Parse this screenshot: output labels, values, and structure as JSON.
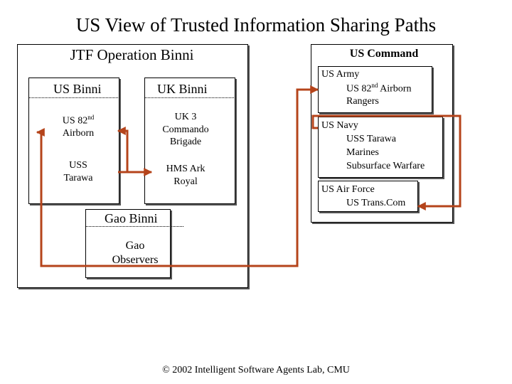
{
  "title": "US View of Trusted Information Sharing Paths",
  "jtf": {
    "title": "JTF Operation Binni",
    "us_binni": {
      "heading": "US Binni",
      "unit1_line1": "US 82",
      "unit1_sup": "nd",
      "unit1_line2": "Airborn",
      "unit2_line1": "USS",
      "unit2_line2": "Tarawa"
    },
    "uk_binni": {
      "heading": "UK Binni",
      "unit1_line1": "UK 3",
      "unit1_line2": "Commando",
      "unit1_line3": "Brigade",
      "unit2_line1": "HMS Ark",
      "unit2_line2": "Royal"
    },
    "gao_binni": {
      "heading": "Gao Binni",
      "unit1_line1": "Gao",
      "unit1_line2": "Observers"
    }
  },
  "us_command": {
    "title": "US Command",
    "army": {
      "heading": "US Army",
      "line1": "US 82",
      "line1_sup": "nd",
      "line1_rest": " Airborn",
      "line2": "Rangers"
    },
    "navy": {
      "heading": "US Navy",
      "line1": "USS Tarawa",
      "line2": "Marines",
      "line3": "Subsurface Warfare"
    },
    "air_force": {
      "heading": "US Air Force",
      "line1": "US Trans.Com"
    }
  },
  "path_color": "#b5441b",
  "footer": "© 2002 Intelligent Software Agents Lab, CMU"
}
